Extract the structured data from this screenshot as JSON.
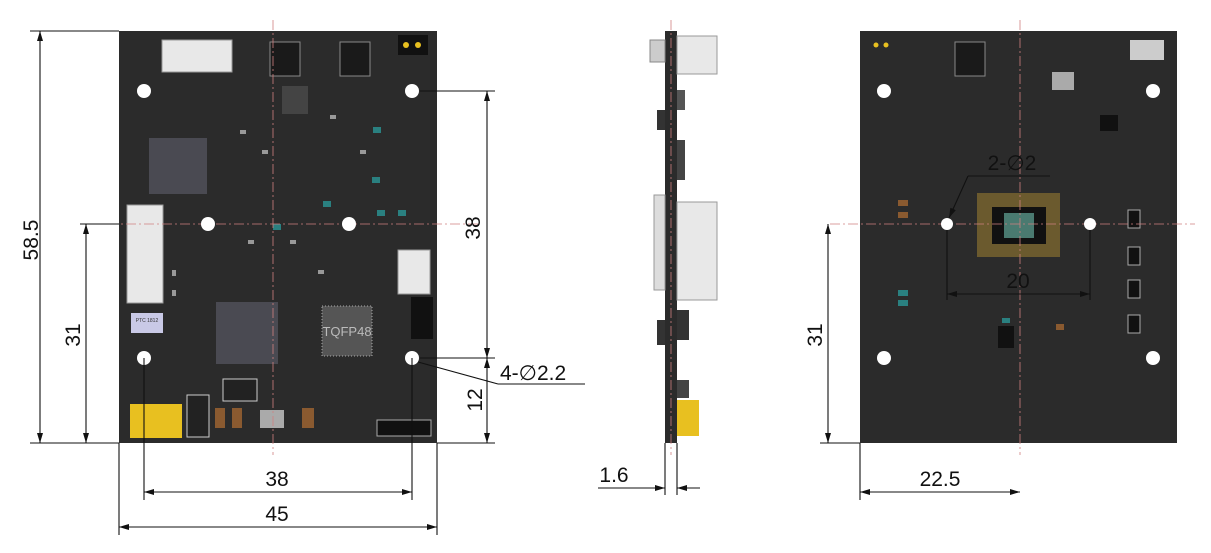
{
  "front_view": {
    "chip_label": "TQFP48",
    "ptc_label": "PTC 1812",
    "dimensions": {
      "height": "58.5",
      "hole_to_bottom": "31",
      "hole_pitch_vertical": "38",
      "hole_to_edge": "12",
      "hole_callout": "4-∅2.2",
      "hole_pitch_horizontal": "38",
      "width": "45"
    }
  },
  "side_view": {
    "dimensions": {
      "thickness": "1.6"
    }
  },
  "back_view": {
    "dimensions": {
      "sensor_hole_callout": "2-∅2",
      "sensor_hole_pitch": "20",
      "hole_to_bottom": "31",
      "center_offset": "22.5"
    }
  },
  "colors": {
    "pcb": "#2b2b2b",
    "hole": "#ffffff",
    "dimension": "#111111",
    "connector": "#e8e8e8",
    "capacitor": "#e8c020",
    "sensor": "#6b5a2e"
  }
}
